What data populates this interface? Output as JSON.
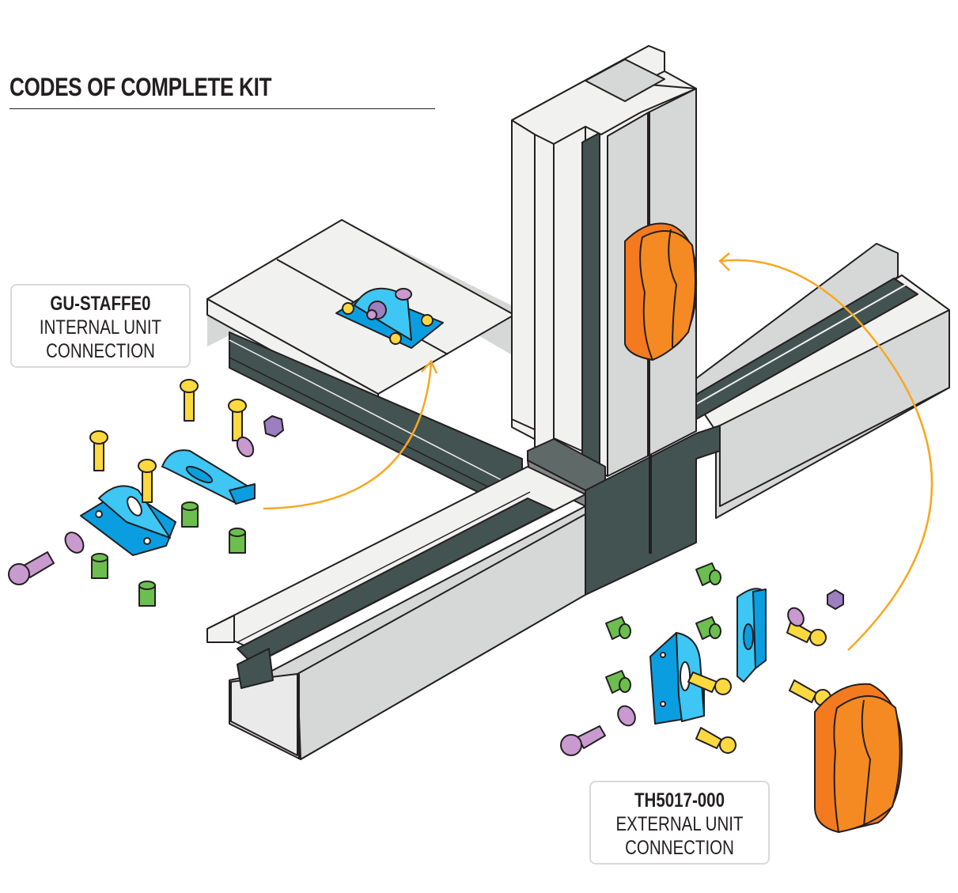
{
  "title": "CODES OF COMPLETE KIT",
  "kits": [
    {
      "code": "GU-STAFFE0",
      "description_line1": "INTERNAL UNIT",
      "description_line2": "CONNECTION"
    },
    {
      "code": "TH5017-000",
      "description_line1": "EXTERNAL UNIT",
      "description_line2": "CONNECTION"
    }
  ],
  "colors": {
    "aluminium_light": "#f1f1f0",
    "aluminium_mid": "#d6d8d7",
    "gasket_dark": "#435351",
    "bracket_blue": "#3ec7f4",
    "bracket_blue_dark": "#0a9ee0",
    "screw_yellow": "#fcd93f",
    "nut_purple": "#9b7fc0",
    "washer_lilac": "#c99ad0",
    "insert_green": "#6cbf4f",
    "cover_orange": "#f47a20",
    "arrow_orange": "#f7a823",
    "outline": "#231f20"
  }
}
